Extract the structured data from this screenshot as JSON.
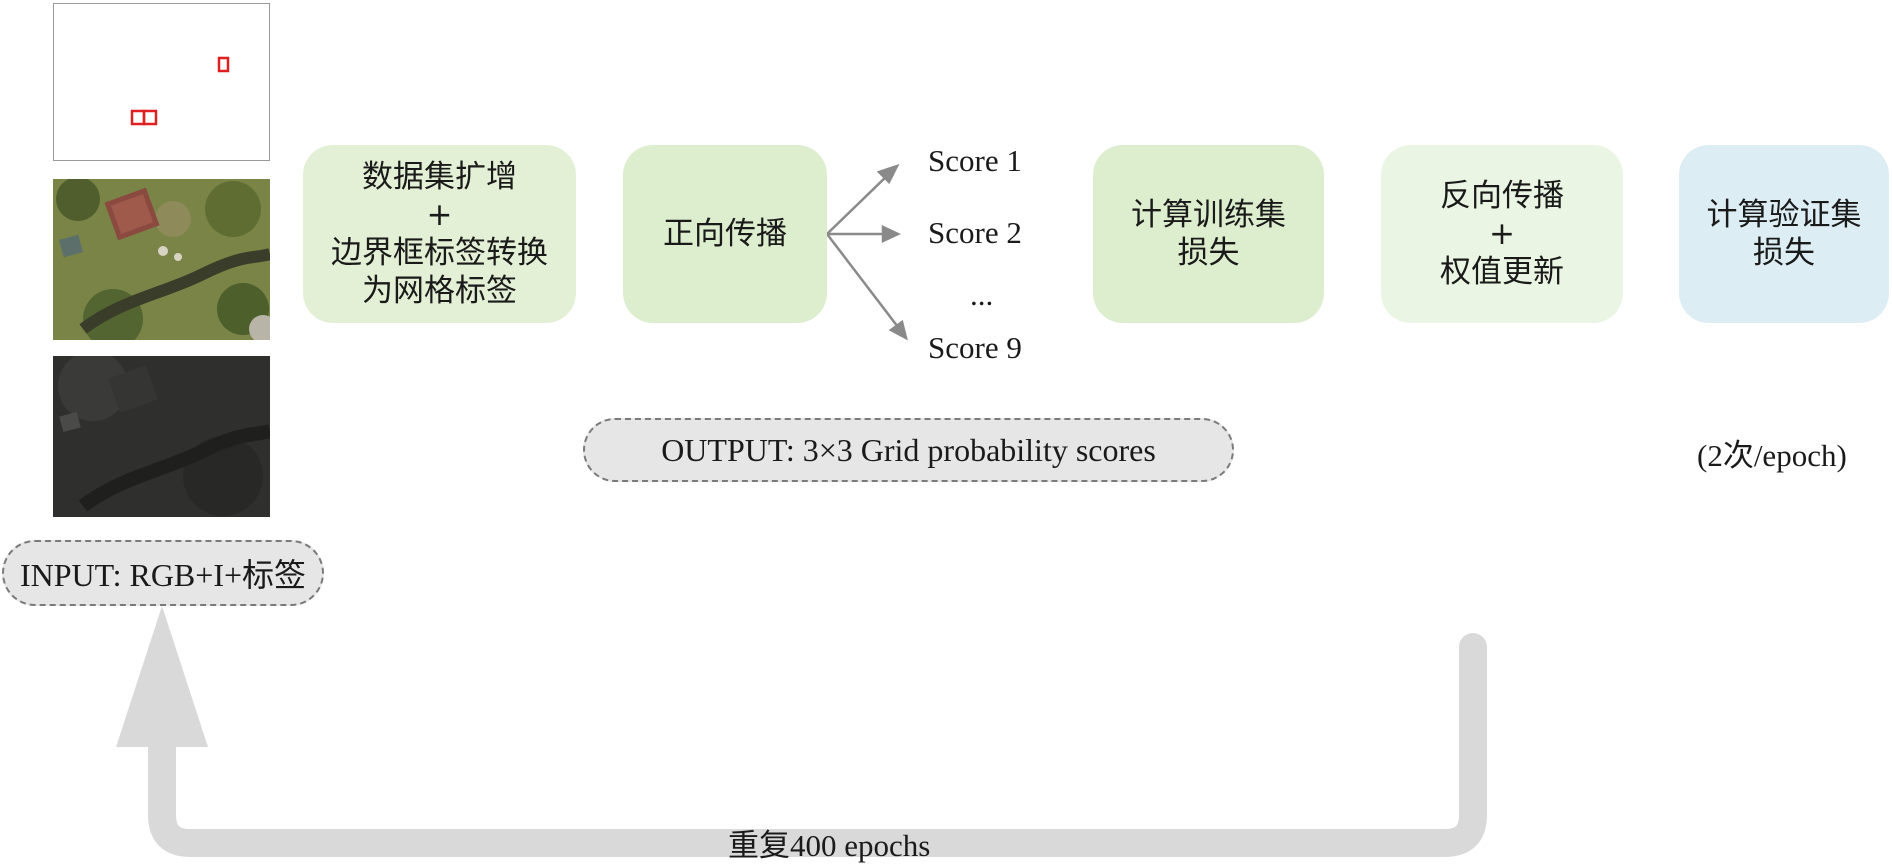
{
  "input": {
    "label": "INPUT: RGB+I+标签"
  },
  "images": {
    "label_image": "bounding-box label map",
    "rgb_image": "aerial RGB image",
    "infrared_image": "aerial infrared image"
  },
  "steps": [
    {
      "id": "augment",
      "lines": [
        "数据集扩增",
        "+",
        "边界框标签转换",
        "为网格标签"
      ],
      "color": "#e3f0d5"
    },
    {
      "id": "forward",
      "lines": [
        "正向传播"
      ],
      "color": "#ddeecf"
    },
    {
      "id": "train_loss",
      "lines": [
        "计算训练集",
        "损失"
      ],
      "color": "#ddeecf"
    },
    {
      "id": "backprop",
      "lines": [
        "反向传播",
        "+",
        "权值更新"
      ],
      "color": "#eaf5e3"
    },
    {
      "id": "val_loss",
      "lines": [
        "计算验证集",
        "损失"
      ],
      "color": "#dcedf4"
    }
  ],
  "scores": {
    "score1": "Score 1",
    "score2": "Score 2",
    "ellipsis": "...",
    "score9": "Score 9"
  },
  "output": {
    "label": "OUTPUT: 3×3 Grid probability scores"
  },
  "validation_note": "(2次/epoch)",
  "loop": {
    "label": "重复400 epochs",
    "color": "#d9d9d9"
  }
}
